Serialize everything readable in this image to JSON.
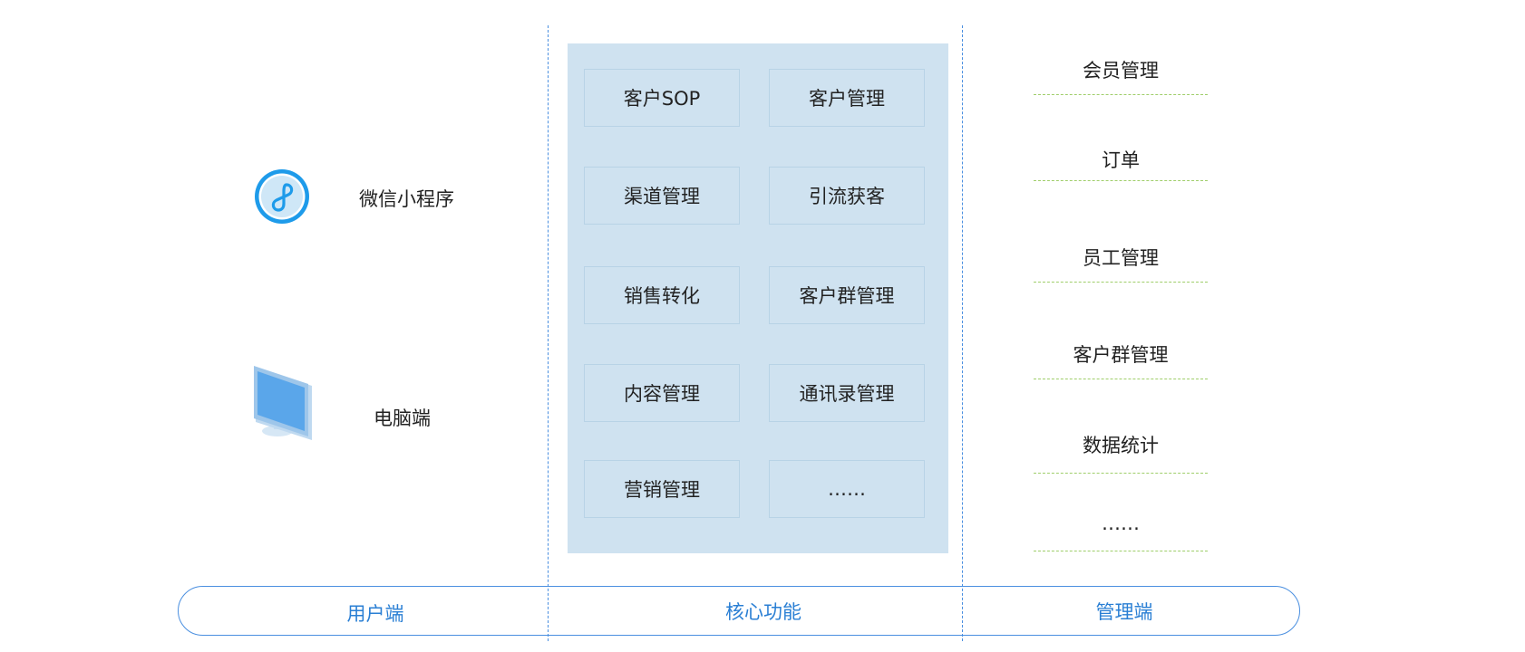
{
  "user_side": {
    "items": [
      {
        "label": "微信小程序",
        "icon": "wechat-miniprogram-icon"
      },
      {
        "label": "电脑端",
        "icon": "desktop-monitor-icon"
      }
    ]
  },
  "core": {
    "boxes": [
      "客户SOP",
      "客户管理",
      "渠道管理",
      "引流获客",
      "销售转化",
      "客户群管理",
      "内容管理",
      "通讯录管理",
      "营销管理",
      "……"
    ]
  },
  "admin": {
    "items": [
      "会员管理",
      "订单",
      "员工管理",
      "客户群管理",
      "数据统计",
      "……"
    ]
  },
  "bottom": {
    "user_label": "用户端",
    "core_label": "核心功能",
    "admin_label": "管理端"
  },
  "colors": {
    "accent_blue": "#2a7fd4",
    "panel_bg": "#cfe2f0",
    "dash_green": "#9fce6a"
  }
}
